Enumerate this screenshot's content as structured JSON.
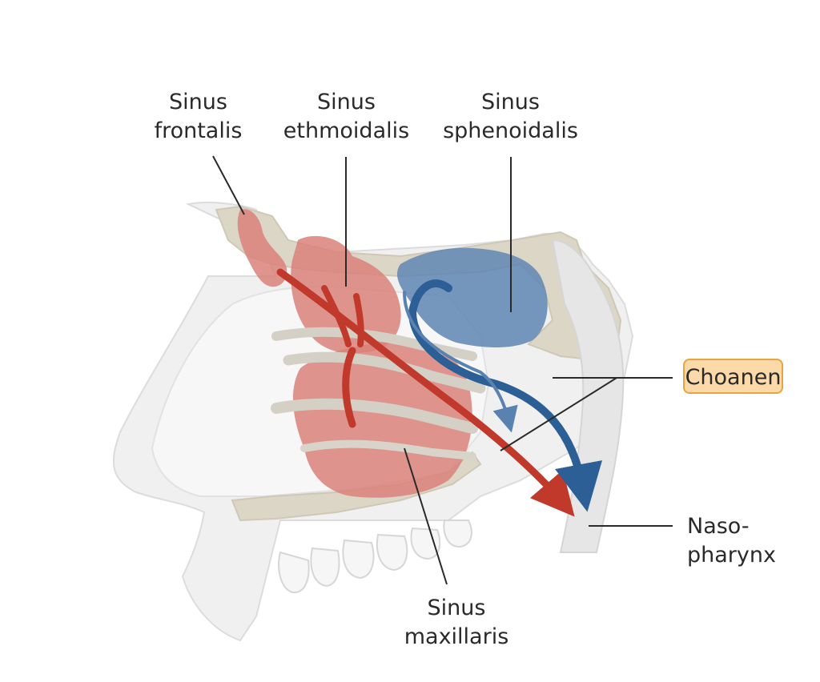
{
  "labels": {
    "sinus_frontalis": {
      "line1": "Sinus",
      "line2": "frontalis"
    },
    "sinus_ethmoidalis": {
      "line1": "Sinus",
      "line2": "ethmoidalis"
    },
    "sinus_sphenoidalis": {
      "line1": "Sinus",
      "line2": "sphenoidalis"
    },
    "sinus_maxillaris": {
      "line1": "Sinus",
      "line2": "maxillaris"
    },
    "nasopharynx": {
      "line1": "Naso-",
      "line2": "pharynx"
    },
    "choanen": "Choanen"
  },
  "colors": {
    "anterior_sinuses": "#d9817a",
    "anterior_arrow": "#c0392b",
    "sphenoid_sinus": "#5f86b3",
    "posterior_arrow": "#2b5f96",
    "bone": "#d8d2c2",
    "soft_tissue": "#ececec",
    "choanen_highlight": "#fbd9a8",
    "choanen_border": "#e9a440"
  }
}
